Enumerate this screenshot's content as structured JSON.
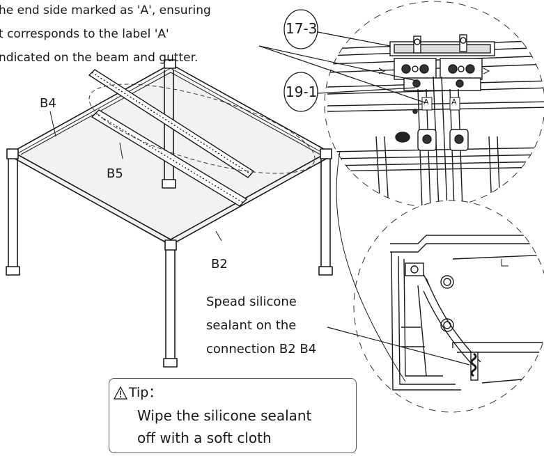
{
  "instruction": {
    "line1": "he end side marked as 'A', ensuring",
    "line2": "t corresponds to the label 'A'",
    "line3": "ndicated on the beam and gutter."
  },
  "parts": {
    "b4": "B4",
    "b5": "B5",
    "b2": "B2"
  },
  "detail_labels": {
    "part_17_3": "17-3",
    "part_19_1": "19-1",
    "mark_a": "A"
  },
  "sealant_callout": {
    "line1": "Spead silicone",
    "line2": "sealant on the",
    "line3": "connection B2 B4"
  },
  "tip": {
    "title": "Tip：",
    "line1": "Wipe the silicone sealant",
    "line2": "off with a soft  cloth"
  },
  "icons": [
    "warning-triangle-icon"
  ]
}
